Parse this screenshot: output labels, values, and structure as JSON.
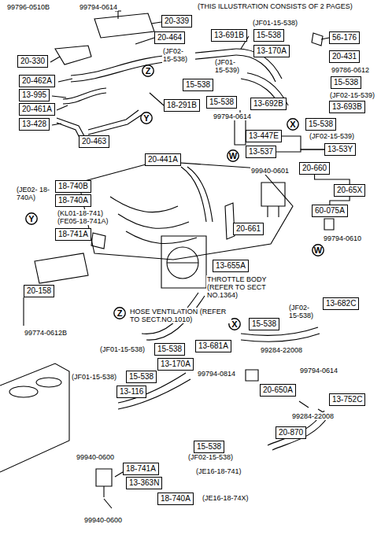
{
  "diagram": {
    "nodes": [
      {
        "text": [
          "20-339"
        ]
      },
      {
        "text": [
          "20-464"
        ]
      },
      {
        "text": [
          "20-330"
        ]
      },
      {
        "text": [
          "20-462A"
        ]
      },
      {
        "text": [
          "13-995"
        ]
      },
      {
        "text": [
          "20-461A"
        ]
      },
      {
        "text": [
          "13-428"
        ]
      },
      {
        "text": [
          "20-463"
        ]
      },
      {
        "text": [
          "Z"
        ]
      },
      {
        "text": [
          "Y"
        ]
      },
      {
        "text": [
          "18-291B"
        ]
      },
      {
        "text": [
          "13-691B"
        ]
      },
      {
        "text": [
          "15-538"
        ]
      },
      {
        "text": [
          "13-170A"
        ]
      },
      {
        "text": [
          "15-538"
        ]
      },
      {
        "text": [
          "15-538"
        ]
      },
      {
        "text": [
          "13-692B"
        ]
      },
      {
        "text": [
          "56-176"
        ]
      },
      {
        "text": [
          "20-431"
        ]
      },
      {
        "text": [
          "15-538"
        ]
      },
      {
        "text": [
          "13-693B"
        ]
      },
      {
        "text": [
          "X"
        ]
      },
      {
        "text": [
          "15-538"
        ]
      },
      {
        "text": [
          "13-447E"
        ]
      },
      {
        "text": [
          "13-537"
        ]
      },
      {
        "text": [
          "13-53Y"
        ]
      },
      {
        "text": [
          "20-441A"
        ]
      },
      {
        "text": [
          "W"
        ]
      },
      {
        "text": [
          "20-660"
        ]
      },
      {
        "text": [
          "20-65X"
        ]
      },
      {
        "text": [
          "60-075A"
        ]
      },
      {
        "text": [
          "18-740B"
        ]
      },
      {
        "text": [
          "18-740A"
        ]
      },
      {
        "text": [
          "Y"
        ]
      },
      {
        "text": [
          "18-741A"
        ]
      },
      {
        "text": [
          "20-661"
        ]
      },
      {
        "text": [
          "W"
        ]
      },
      {
        "text": [
          "13-655A"
        ]
      },
      {
        "text": [
          "20-158"
        ]
      },
      {
        "text": [
          "X"
        ]
      },
      {
        "text": [
          "Z"
        ]
      },
      {
        "text": [
          "15-538"
        ]
      },
      {
        "text": [
          "13-682C"
        ]
      },
      {
        "text": [
          "13-681A"
        ]
      },
      {
        "text": [
          "15-538"
        ]
      },
      {
        "text": [
          "13-170A"
        ]
      },
      {
        "text": [
          "15-538"
        ]
      },
      {
        "text": [
          "13-116"
        ]
      },
      {
        "text": [
          "20-650A"
        ]
      },
      {
        "text": [
          "13-752C"
        ]
      },
      {
        "text": [
          "20-870"
        ]
      },
      {
        "text": [
          "15-538"
        ]
      },
      {
        "text": [
          "18-741A"
        ]
      },
      {
        "text": [
          "13-363N"
        ]
      },
      {
        "text": [
          "18-740A"
        ]
      }
    ],
    "edges": [
      {
        "from": 23,
        "to": 25,
        "arrow": "none"
      },
      {
        "from": 24,
        "to": 25,
        "arrow": "none"
      },
      {
        "from": 28,
        "to": 29,
        "arrow": "none"
      },
      {
        "from": 30,
        "to": 29,
        "arrow": "none"
      }
    ],
    "labels": [
      "99796-0510B",
      "99794-0614",
      "(THIS ILLUSTRATION CONSISTS OF  2 PAGES)",
      "(JF01-15-538)",
      "99786-0612",
      "(JF02- 15-538)",
      "(JF01- 15-539)",
      "(JF02-15-539)",
      "99794-0614",
      "(JF02-15-539)",
      "(JE02- 18-740A)",
      "(KL01-18-741) (FE05-18-741A)",
      "99940-0601",
      "99794-0610",
      "THROTTLE BODY (REFER TO SECT NO.1364)",
      "HOSE VENTILATION (REFER TO SECT.NO.1010)",
      "(JF02- 15-538)",
      "99774-0612B",
      "(JF01-15-538)",
      "99284-22008",
      "(JF01-15-538)",
      "99794-0814",
      "99794-0614",
      "99284-22008",
      "(JF02-15-538)",
      "99940-0600",
      "(JE16-18-741)",
      "(JE16-18-74X)",
      "99940-0600"
    ]
  }
}
